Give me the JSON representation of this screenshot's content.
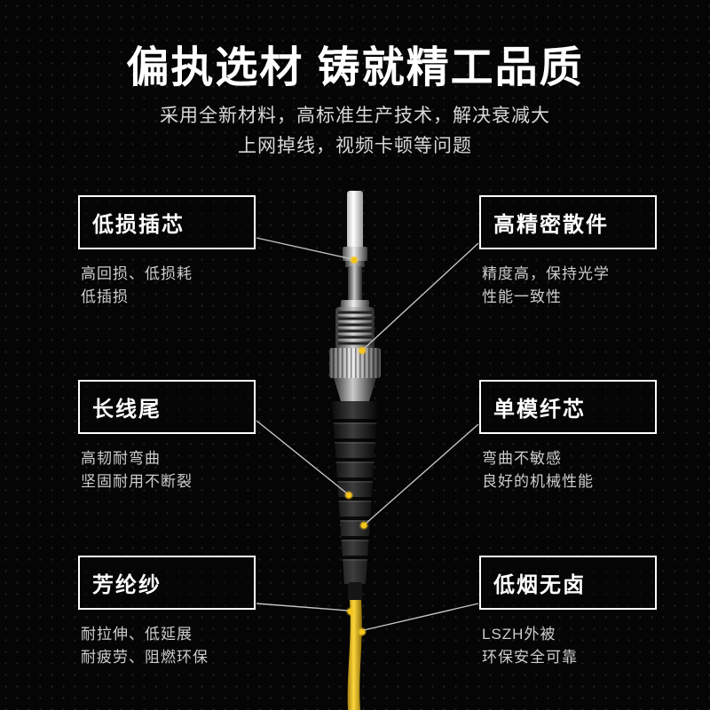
{
  "page": {
    "title": "偏执选材 铸就精工品质",
    "subtitle": [
      "采用全新材料，高标准生产技术，解决衰减大",
      "上网掉线，视频卡顿等问题"
    ]
  },
  "features": {
    "left": [
      {
        "title": "低损插芯",
        "desc": [
          "高回损、低损耗",
          "低插损"
        ]
      },
      {
        "title": "长线尾",
        "desc": [
          "高韧耐弯曲",
          "坚固耐用不断裂"
        ]
      },
      {
        "title": "芳纶纱",
        "desc": [
          "耐拉伸、低延展",
          "耐疲劳、阻燃环保"
        ]
      }
    ],
    "right": [
      {
        "title": "高精密散件",
        "desc": [
          "精度高，保持光学",
          "性能一致性"
        ]
      },
      {
        "title": "单模纤芯",
        "desc": [
          "弯曲不敏感",
          "良好的机械性能"
        ]
      },
      {
        "title": "低烟无卤",
        "desc": [
          "LSZH外被",
          "环保安全可靠"
        ]
      }
    ]
  },
  "illustration": {
    "name": "fiber-optic-st-connector-with-yellow-cable",
    "callout_dot_icon": "yellow-dot"
  },
  "colors": {
    "background": "#050505",
    "accent_dot": "#f5c51e",
    "cable_yellow": "#f0c41f",
    "box_border": "#ffffff",
    "text_primary": "#ffffff",
    "text_secondary": "#cdcdcd"
  }
}
